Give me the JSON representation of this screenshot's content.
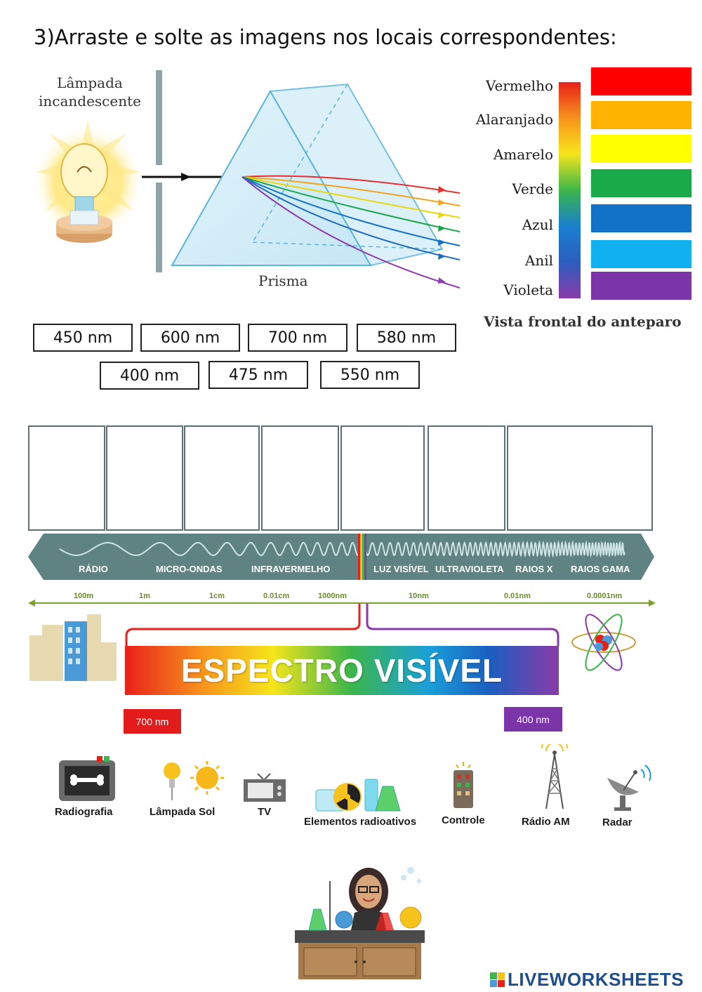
{
  "title": "3)Arraste e solte as imagens nos locais correspondentes:",
  "prism_figure": {
    "lamp_label_line1": "Lâmpada",
    "lamp_label_line2": "incandescente",
    "prism_label": "Prisma",
    "screen_caption": "Vista frontal do anteparo",
    "colors": [
      {
        "label": "Vermelho",
        "hex": "#ff0000"
      },
      {
        "label": "Alaranjado",
        "hex": "#ffb300"
      },
      {
        "label": "Amarelo",
        "hex": "#ffff00"
      },
      {
        "label": "Verde",
        "hex": "#1aaa4a"
      },
      {
        "label": "Azul",
        "hex": "#1273c6"
      },
      {
        "label": "Anil",
        "hex": "#10b1ee"
      },
      {
        "label": "Violeta",
        "hex": "#7b35a8"
      }
    ]
  },
  "draggables": [
    "450 nm",
    "600 nm",
    "700 nm",
    "580 nm",
    "400 nm",
    "475 nm",
    "550 nm"
  ],
  "spectrum": {
    "bands": [
      "RÁDIO",
      "MICRO-ONDAS",
      "INFRAVERMELHO",
      "LUZ VISÍVEL",
      "ULTRAVIOLETA",
      "RAIOS X",
      "RAIOS GAMA"
    ],
    "scale": [
      "100m",
      "1m",
      "1cm",
      "0.01cm",
      "1000nm",
      "10nm",
      "0.01nm",
      "0.0001nm"
    ],
    "visible_title": "ESPECTRO VISÍVEL",
    "red_end": "700 nm",
    "violet_end": "400 nm"
  },
  "icons": [
    "Radiografia",
    "Lâmpada Sol",
    "TV",
    "Elementos radioativos",
    "Controle",
    "Rádio AM",
    "Radar"
  ],
  "brand": "LIVEWORKSHEETS"
}
